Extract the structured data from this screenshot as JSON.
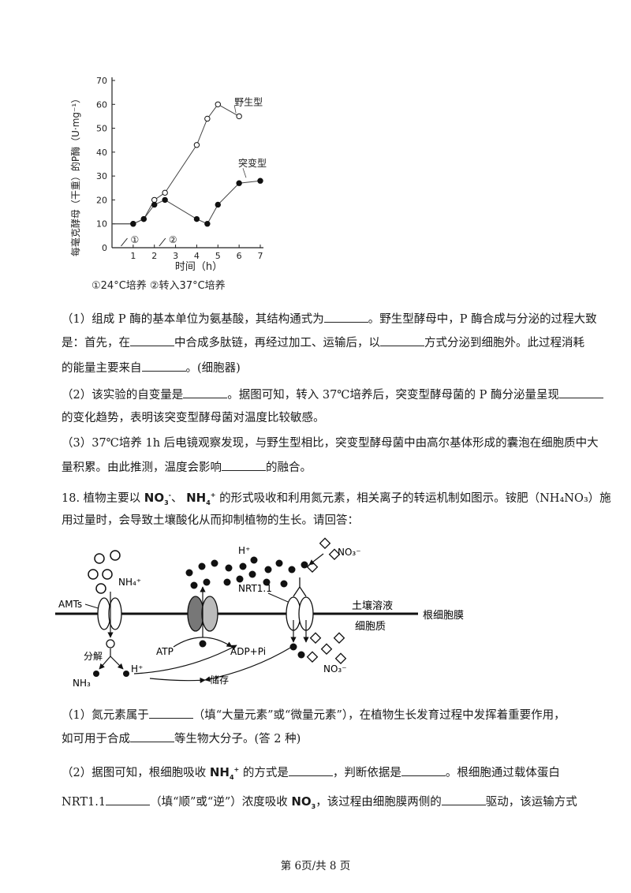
{
  "chart_data": {
    "type": "line",
    "ylabel": "每毫克酵母（干重）的P酶（U·mg⁻¹）",
    "xlabel": "时间（h）",
    "xlim": [
      0,
      7
    ],
    "ylim": [
      0,
      70
    ],
    "x_ticks": [
      "1",
      "2",
      "3",
      "4",
      "5",
      "6",
      "7"
    ],
    "y_ticks": [
      "0",
      "10",
      "20",
      "30",
      "40",
      "50",
      "60",
      "70"
    ],
    "series": [
      {
        "name": "野生型",
        "marker": "open-circle",
        "x": [
          0,
          1,
          1.5,
          2,
          2.5,
          4,
          4.5,
          5,
          6
        ],
        "y": [
          10,
          10,
          12,
          20,
          23,
          43,
          54,
          60,
          55
        ]
      },
      {
        "name": "突变型",
        "marker": "filled-circle",
        "x": [
          0,
          1,
          1.5,
          2,
          2.5,
          4,
          4.5,
          5,
          6,
          7
        ],
        "y": [
          10,
          10,
          12,
          18,
          20,
          12,
          10,
          18,
          27,
          28
        ]
      }
    ],
    "markers_on_axis": [
      {
        "label": "①",
        "x": 0.8
      },
      {
        "label": "②",
        "x": 2.6
      }
    ],
    "caption": "①24°C培养  ②转入37°C培养"
  },
  "q17": {
    "p1_line1": "（1）组成 P 酶的基本单位为氨基酸，其结构通式为",
    "p1_line1b": "。野生型酵母中，P 酶合成与分泌的过程大致",
    "p1_line2a": "是：首先，在",
    "p1_line2b": "中合成多肽链，再经过加工、运输后，以",
    "p1_line2c": "方式分泌到细胞外。此过程消耗",
    "p1_line3a": "的能量主要来自",
    "p1_line3b": "。(细胞器)",
    "p2_line1a": "（2）该实验的自变量是",
    "p2_line1b": "。据图可知，转入 37℃培养后，突变型酵母菌的 P 酶分泌量呈现",
    "p2_line2": "的变化趋势，表明该突变型酵母菌对温度比较敏感。",
    "p3_line1": "（3）37℃培养 1h 后电镜观察发现，与野生型相比，突变型酵母菌中由高尔基体形成的囊泡在细胞质中大",
    "p3_line2a": "量积累。由此推测，温度会影响",
    "p3_line2b": "的融合。"
  },
  "q18": {
    "intro1a": "18. 植物主要以",
    "ion_no3": "NO",
    "ion_no3_sub": "3",
    "ion_no3_sup": "-",
    "sep": "、",
    "ion_nh4": "NH",
    "ion_nh4_sub": "4",
    "ion_nh4_sup": "+",
    "intro1b": "的形式吸收和利用氮元素，相关离子的转运机制如图示。铵肥（NH₄NO₃）施",
    "intro2": "用过量时，会导致土壤酸化从而抑制植物的生长。请回答：",
    "diagram": {
      "nh4": "NH₄⁺",
      "amts": "AMTs",
      "hplus_top": "H⁺",
      "no3_top": "NO₃⁻",
      "nrt": "NRT1.1",
      "soil": "土壤溶液",
      "membrane": "根细胞膜",
      "cytoplasm": "细胞质",
      "decompose": "分解",
      "atp": "ATP",
      "adp": "ADP+Pi",
      "hplus_bottom": "H⁺",
      "nh3": "NH₃",
      "store": "储存",
      "no3_bottom": "NO₃⁻"
    },
    "p1_line1a": "（1）氮元素属于",
    "p1_line1b": "（填“大量元素”或“微量元素”），在植物生长发育过程中发挥着重要作用，",
    "p1_line2a": "如可用于合成",
    "p1_line2b": "等生物大分子。(答 2 种)",
    "p2_line1a": "（2）据图可知，根细胞吸收",
    "p2_line1b": "的方式是",
    "p2_line1c": "，判断依据是",
    "p2_line1d": "。根细胞通过载体蛋白",
    "p2_line2a": "NRT1.1",
    "p2_line2b": "（填“顺”或“逆”）浓度吸收",
    "p2_line2c": "，该过程由细胞膜两侧的",
    "p2_line2d": "驱动，该运输方式"
  },
  "footer": "第 6页/共 8 页"
}
